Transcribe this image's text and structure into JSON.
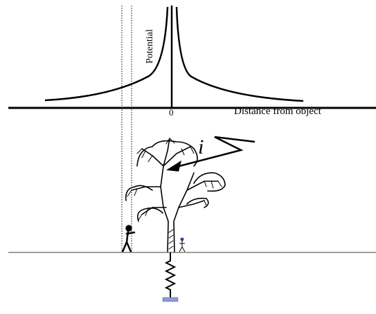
{
  "axis": {
    "y_label": "Potential",
    "x_label": "Distance from object",
    "origin_label": "0"
  },
  "current": {
    "symbol": "i"
  },
  "colors": {
    "ink": "#000000",
    "background": "#ffffff",
    "ground_line": "#7f7f7f",
    "ground_plate": "#8a9ad6"
  }
}
